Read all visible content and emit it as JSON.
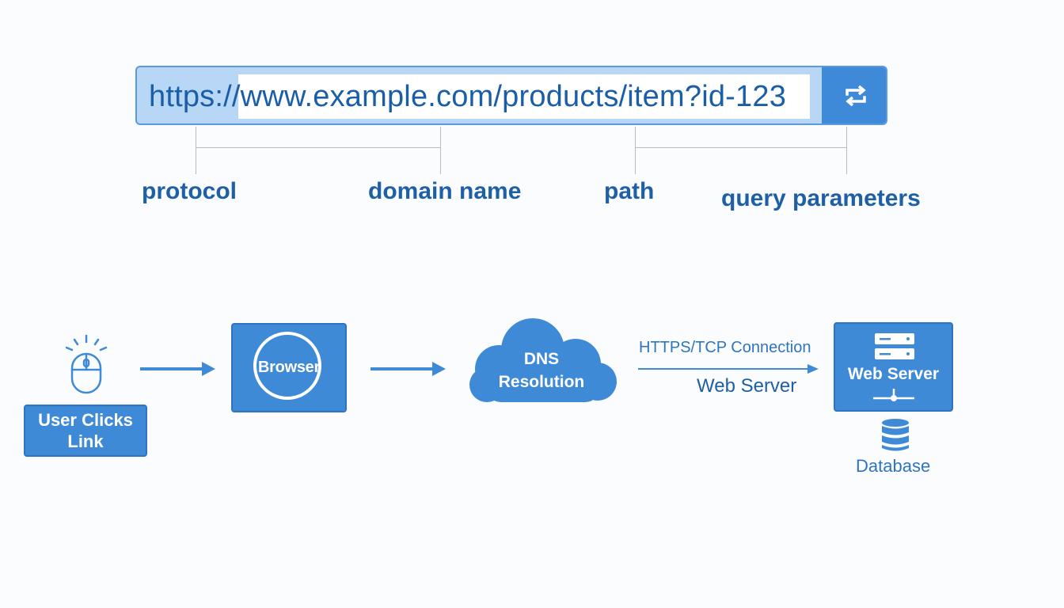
{
  "url": {
    "text": "https://www.example.com/products/item?id-123",
    "refresh_icon": "refresh-icon"
  },
  "url_parts": {
    "protocol": "protocol",
    "domain": "domain name",
    "path": "path",
    "query": "query parameters"
  },
  "flow": {
    "user_clicks": "User Clicks Link",
    "browser": "Browser",
    "dns_line1": "DNS",
    "dns_line2": "Resolution",
    "connection": "HTTPS/TCP Connection",
    "web_server_sub": "Web Server",
    "web_server": "Web Server",
    "database": "Database"
  },
  "icons": [
    "mouse-click-icon",
    "browser-ring-icon",
    "cloud-icon",
    "server-icon",
    "database-icon",
    "refresh-icon"
  ],
  "colors": {
    "primary": "#3f8ad6",
    "primary_dark": "#2f74c0",
    "text_blue": "#1e5fa6",
    "url_bg": "#b8d6f5"
  }
}
